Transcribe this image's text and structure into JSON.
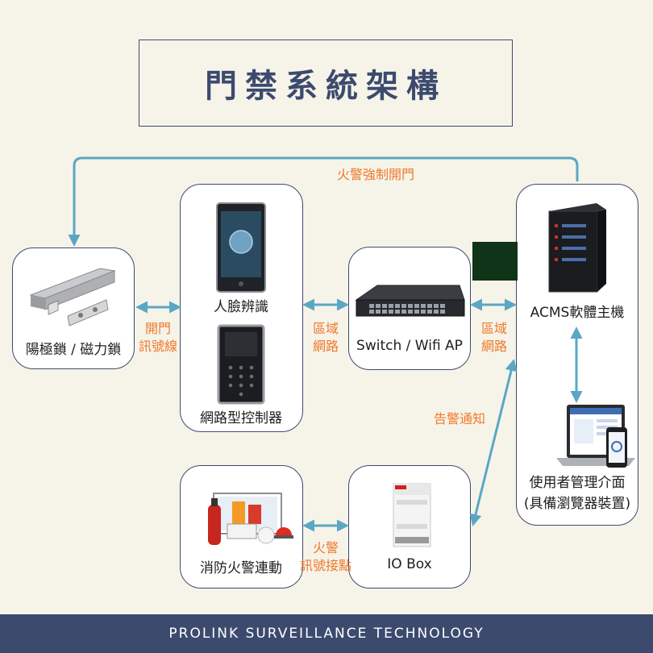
{
  "title": "門禁系統架構",
  "footer": "PROLINK SURVEILLANCE TECHNOLOGY",
  "nodes": {
    "lock": "陽極鎖 / 磁力鎖",
    "face": "人臉辨識",
    "controller": "網路型控制器",
    "switch": "Switch / Wifi AP",
    "acms": "ACMS軟體主機",
    "user_line1": "使用者管理介面",
    "user_line2": "(具備瀏覽器裝置)",
    "iobox": "IO Box",
    "fire": "消防火警連動"
  },
  "links": {
    "fire_open": "火警強制開門",
    "signal_line1": "開門",
    "signal_line2": "訊號線",
    "net1_line1": "區域",
    "net1_line2": "網路",
    "net2_line1": "區域",
    "net2_line2": "網路",
    "alarm": "告警通知",
    "fire_sig1": "火警",
    "fire_sig2": "訊號接點"
  },
  "colors": {
    "background": "#f6f4e9",
    "navy": "#3c4a6e",
    "arrow": "#5aa7c4",
    "orange": "#f0782a"
  }
}
